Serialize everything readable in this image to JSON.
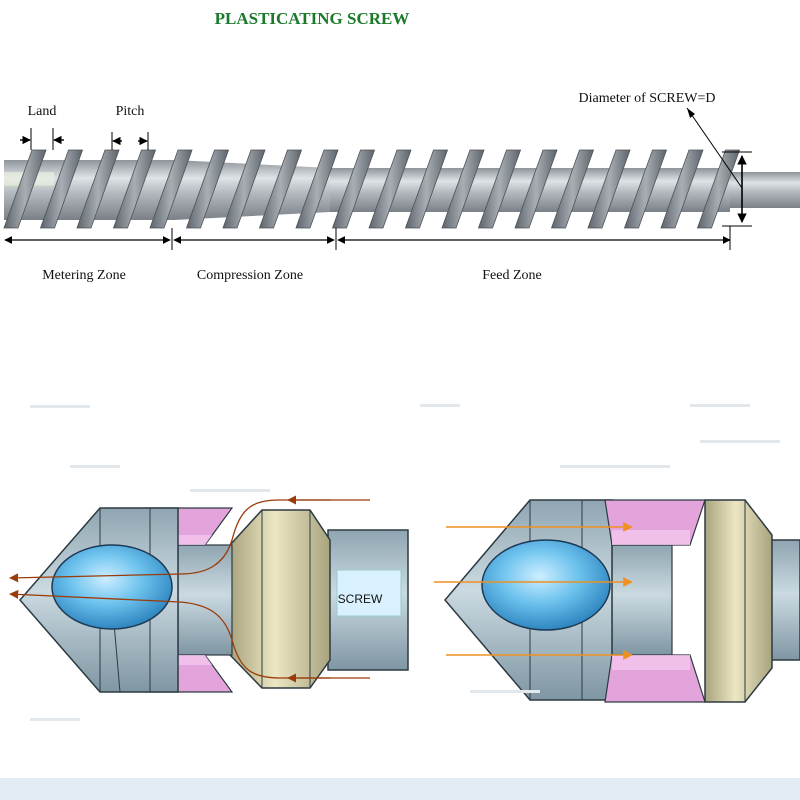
{
  "title": "PLASTICATING SCREW",
  "labels": {
    "land": "Land",
    "pitch": "Pitch",
    "diameter": "Diameter of SCREW=D",
    "metering_zone": "Metering Zone",
    "compression_zone": "Compression Zone",
    "feed_zone": "Feed Zone",
    "screw": "SCREW"
  },
  "colors": {
    "title": "#1a7a2a",
    "shaft": "#b4b9bf",
    "flight": "#7f858c",
    "cylinder": "#b7c9d2",
    "ellipse": "#57b4e6",
    "ring": "#e3a4dc",
    "collar": "#d9d2a8",
    "arrow_brown": "#9a3c0a",
    "arrow_orange": "#ee9122",
    "bottom_band": "#e4ecf3"
  }
}
